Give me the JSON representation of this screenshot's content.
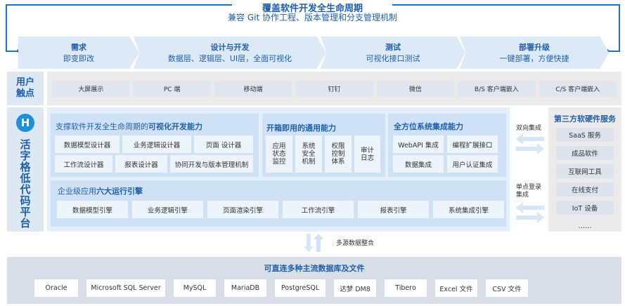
{
  "header": {
    "title": "覆盖软件开发全生命周期",
    "subtitle": "兼容 Git 协作工程、版本管理和分支管理机制"
  },
  "stages": [
    {
      "title": "需求",
      "desc": "即变即改"
    },
    {
      "title": "设计与开发",
      "desc": "数据层、逻辑层、UI层，全面可视化"
    },
    {
      "title": "测试",
      "desc": "可视化接口测试"
    },
    {
      "title": "部署升级",
      "desc": "一键部署，方便快捷"
    }
  ],
  "touch": {
    "label": "用户触点",
    "items": [
      "大屏展示",
      "PC 端",
      "移动端",
      "钉钉",
      "微信",
      "B/S 客户端嵌入",
      "C/S 客户端嵌入"
    ]
  },
  "platform": {
    "label": "活字格低代码平台",
    "logo": "H"
  },
  "visual": {
    "title_a": "支撑软件开发全生命周期的",
    "title_b": "可视化开发能力",
    "row1": [
      "数据模型设计器",
      "业务逻辑设计器",
      "页面 设计器"
    ],
    "row2": [
      "工作流设计器",
      "报表设计器",
      "协同开发与版本管理机制"
    ]
  },
  "general": {
    "title": "开箱即用的通用能力",
    "items": [
      "应用\n状态\n监控",
      "系统\n安全\n机制",
      "权限\n控制\n体系",
      "审计\n日志"
    ]
  },
  "integration": {
    "title": "全方位系统集成能力",
    "items": [
      "WebAPI 集成",
      "编程扩展接口",
      "数据集成",
      "用户认证集成"
    ]
  },
  "engines": {
    "title_a": "企业级应用",
    "title_b": "六大运行引擎",
    "items": [
      "数据模型引擎",
      "业务逻辑引擎",
      "页面渲染引擎",
      "工作流引擎",
      "报表引擎",
      "系统集成引擎"
    ]
  },
  "links": {
    "bidirectional": "双向集成",
    "sso": "单点登录\n集成",
    "multi_source": "多源数据整合"
  },
  "third_party": {
    "title": "第三方软硬件服务",
    "items": [
      "SaaS 服务",
      "成品软件",
      "互联网工具",
      "在线支付",
      "IoT 设备",
      "……"
    ]
  },
  "databases": {
    "title": "可直连多种主流数据库及文件",
    "items": [
      "Oracle",
      "Microsoft SQL Server",
      "MySQL",
      "MariaDB",
      "PostgreSQL",
      "达梦 DM8",
      "Tibero",
      "Excel 文件",
      "CSV 文件"
    ]
  }
}
